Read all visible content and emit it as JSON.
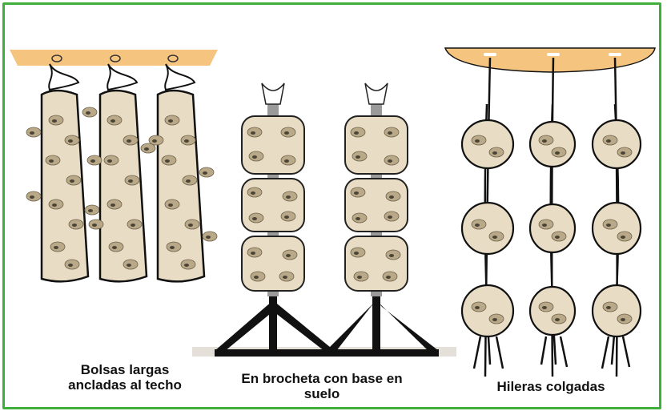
{
  "colors": {
    "frame": "#3fae3a",
    "ceiling": "#f5c47e",
    "bag_fill": "#e8dcc4",
    "mushroom": "#b9a988",
    "stand": "#111111",
    "rope": "#111111",
    "pipe": "#9a9a9a"
  },
  "panels": [
    {
      "id": "long-bags",
      "caption_lines": [
        "Bolsas largas",
        "ancladas al techo"
      ]
    },
    {
      "id": "skewer",
      "caption_lines": [
        "En brocheta con base en",
        "suelo"
      ]
    },
    {
      "id": "hanging-rows",
      "caption_lines": [
        "Hileras colgadas"
      ]
    }
  ]
}
